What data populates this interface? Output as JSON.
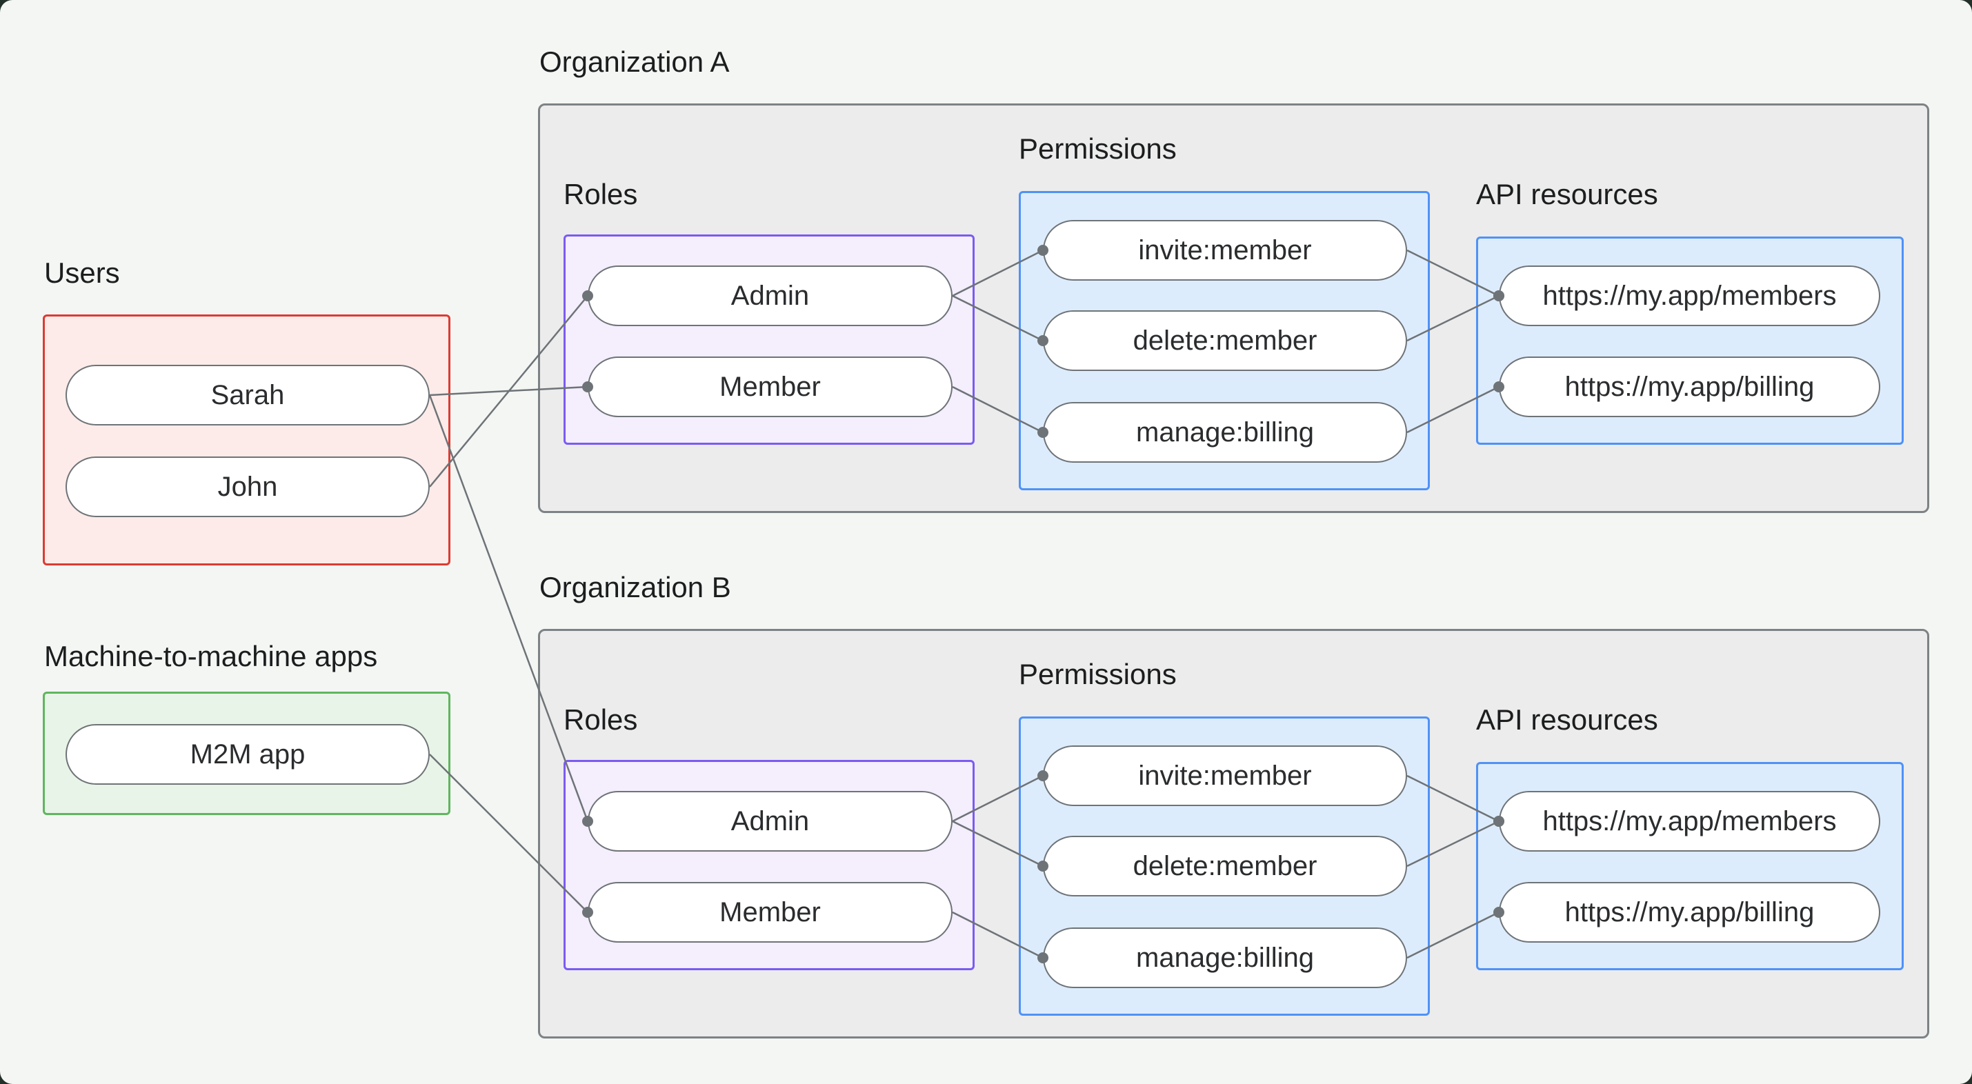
{
  "colors": {
    "page_background": "#f4f6f4",
    "outer_background": "#223029",
    "edge": "#6e7377",
    "users_border": "#dd3b32",
    "users_fill": "#fcebe9",
    "m2m_border": "#5fb65e",
    "m2m_fill": "#e9f4e8",
    "org_border": "#7d8285",
    "org_fill": "#ececec",
    "roles_border": "#7b5bf2",
    "roles_fill": "#f4eefd",
    "blue_border": "#4f92f7",
    "blue_fill": "#ddecfc",
    "pill_border": "#6e7377",
    "pill_fill": "#ffffff",
    "text": "#1b1d1e"
  },
  "users": {
    "title": "Users",
    "items": [
      {
        "id": "sarah",
        "label": "Sarah"
      },
      {
        "id": "john",
        "label": "John"
      }
    ]
  },
  "m2m": {
    "title": "Machine-to-machine apps",
    "items": [
      {
        "id": "m2m",
        "label": "M2M app"
      }
    ]
  },
  "org_a": {
    "title": "Organization A",
    "roles": {
      "title": "Roles",
      "items": [
        {
          "id": "a_admin",
          "label": "Admin"
        },
        {
          "id": "a_member",
          "label": "Member"
        }
      ]
    },
    "permissions": {
      "title": "Permissions",
      "items": [
        {
          "id": "a_invite",
          "label": "invite:member"
        },
        {
          "id": "a_delete",
          "label": "delete:member"
        },
        {
          "id": "a_manage",
          "label": "manage:billing"
        }
      ]
    },
    "api_resources": {
      "title": "API resources",
      "items": [
        {
          "id": "a_members",
          "label": "https://my.app/members"
        },
        {
          "id": "a_billing",
          "label": "https://my.app/billing"
        }
      ]
    }
  },
  "org_b": {
    "title": "Organization B",
    "roles": {
      "title": "Roles",
      "items": [
        {
          "id": "b_admin",
          "label": "Admin"
        },
        {
          "id": "b_member",
          "label": "Member"
        }
      ]
    },
    "permissions": {
      "title": "Permissions",
      "items": [
        {
          "id": "b_invite",
          "label": "invite:member"
        },
        {
          "id": "b_delete",
          "label": "delete:member"
        },
        {
          "id": "b_manage",
          "label": "manage:billing"
        }
      ]
    },
    "api_resources": {
      "title": "API resources",
      "items": [
        {
          "id": "b_members",
          "label": "https://my.app/members"
        },
        {
          "id": "b_billing",
          "label": "https://my.app/billing"
        }
      ]
    }
  },
  "edges": [
    {
      "from": "sarah",
      "to": "a_member"
    },
    {
      "from": "john",
      "to": "a_admin"
    },
    {
      "from": "sarah",
      "to": "b_admin"
    },
    {
      "from": "m2m",
      "to": "b_member"
    },
    {
      "from": "a_admin",
      "to": "a_invite"
    },
    {
      "from": "a_admin",
      "to": "a_delete"
    },
    {
      "from": "a_member",
      "to": "a_manage"
    },
    {
      "from": "a_invite",
      "to": "a_members"
    },
    {
      "from": "a_delete",
      "to": "a_members"
    },
    {
      "from": "a_manage",
      "to": "a_billing"
    },
    {
      "from": "b_admin",
      "to": "b_invite"
    },
    {
      "from": "b_admin",
      "to": "b_delete"
    },
    {
      "from": "b_member",
      "to": "b_manage"
    },
    {
      "from": "b_invite",
      "to": "b_members"
    },
    {
      "from": "b_delete",
      "to": "b_members"
    },
    {
      "from": "b_manage",
      "to": "b_billing"
    }
  ]
}
